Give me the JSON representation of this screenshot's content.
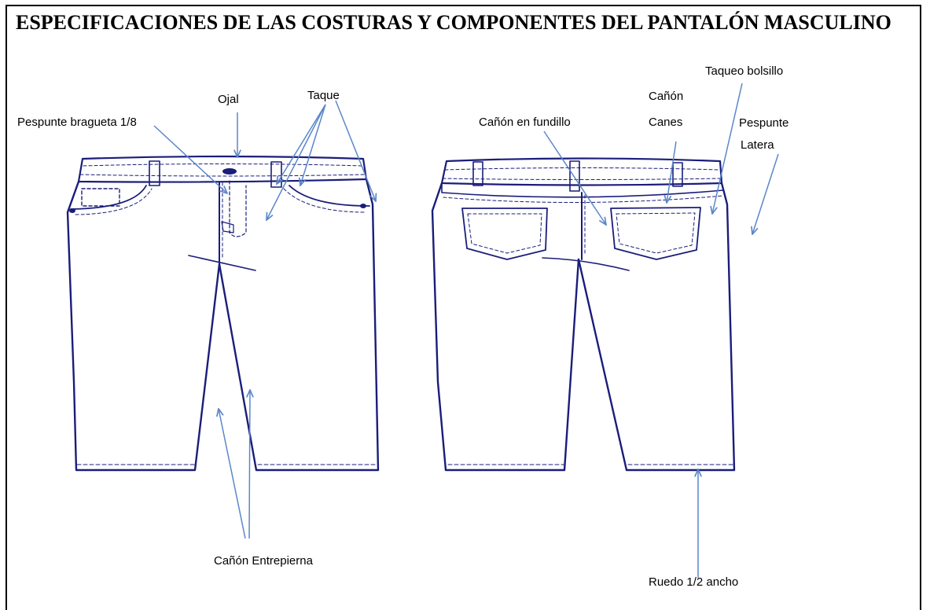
{
  "title": "ESPECIFICACIONES DE LAS COSTURAS Y COMPONENTES DEL PANTALÓN MASCULINO",
  "colors": {
    "outline": "#1a1d7a",
    "arrow": "#5b87c9",
    "text": "#000000"
  },
  "views": [
    "front-view",
    "back-view"
  ],
  "labels": {
    "pespunte_bragueta": "Pespunte bragueta  1/8",
    "ojal": "Ojal",
    "taque": "Taque",
    "canon_entrepierna": "Cañón Entrepierna",
    "canon_fundillo": "Cañón en fundillo",
    "canon": "Cañón",
    "canes": "Canes",
    "taqueo_bolsillo": "Taqueo bolsillo",
    "pespunte": "Pespunte",
    "latera": "Latera",
    "ruedo": "Ruedo 1/2 ancho"
  }
}
